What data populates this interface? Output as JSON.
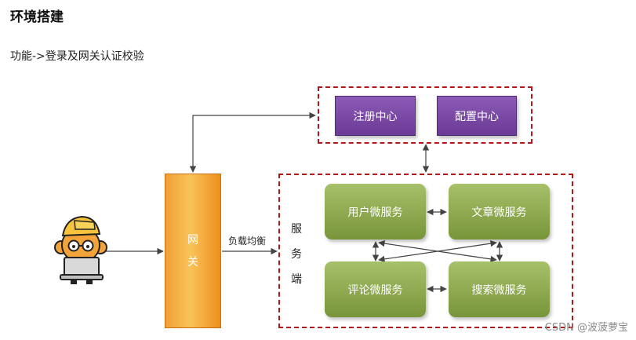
{
  "page": {
    "heading": "环境搭建",
    "subtitle": "功能->登录及网关认证校验"
  },
  "diagram": {
    "registry": "注册中心",
    "config": "配置中心",
    "gateway_chars": [
      "网",
      "关"
    ],
    "load_balance": "负载均衡",
    "server_chars": [
      "服",
      "务",
      "端"
    ],
    "services": {
      "user": "用户微服务",
      "article": "文章微服务",
      "comment": "评论微服务",
      "search": "搜索微服务"
    },
    "colors": {
      "dashed_border": "#b3171b",
      "purple": "#7a48a6",
      "green": "#8fab52",
      "orange": "#f5a83b"
    }
  },
  "watermark": "CSDN @波菠萝宝"
}
